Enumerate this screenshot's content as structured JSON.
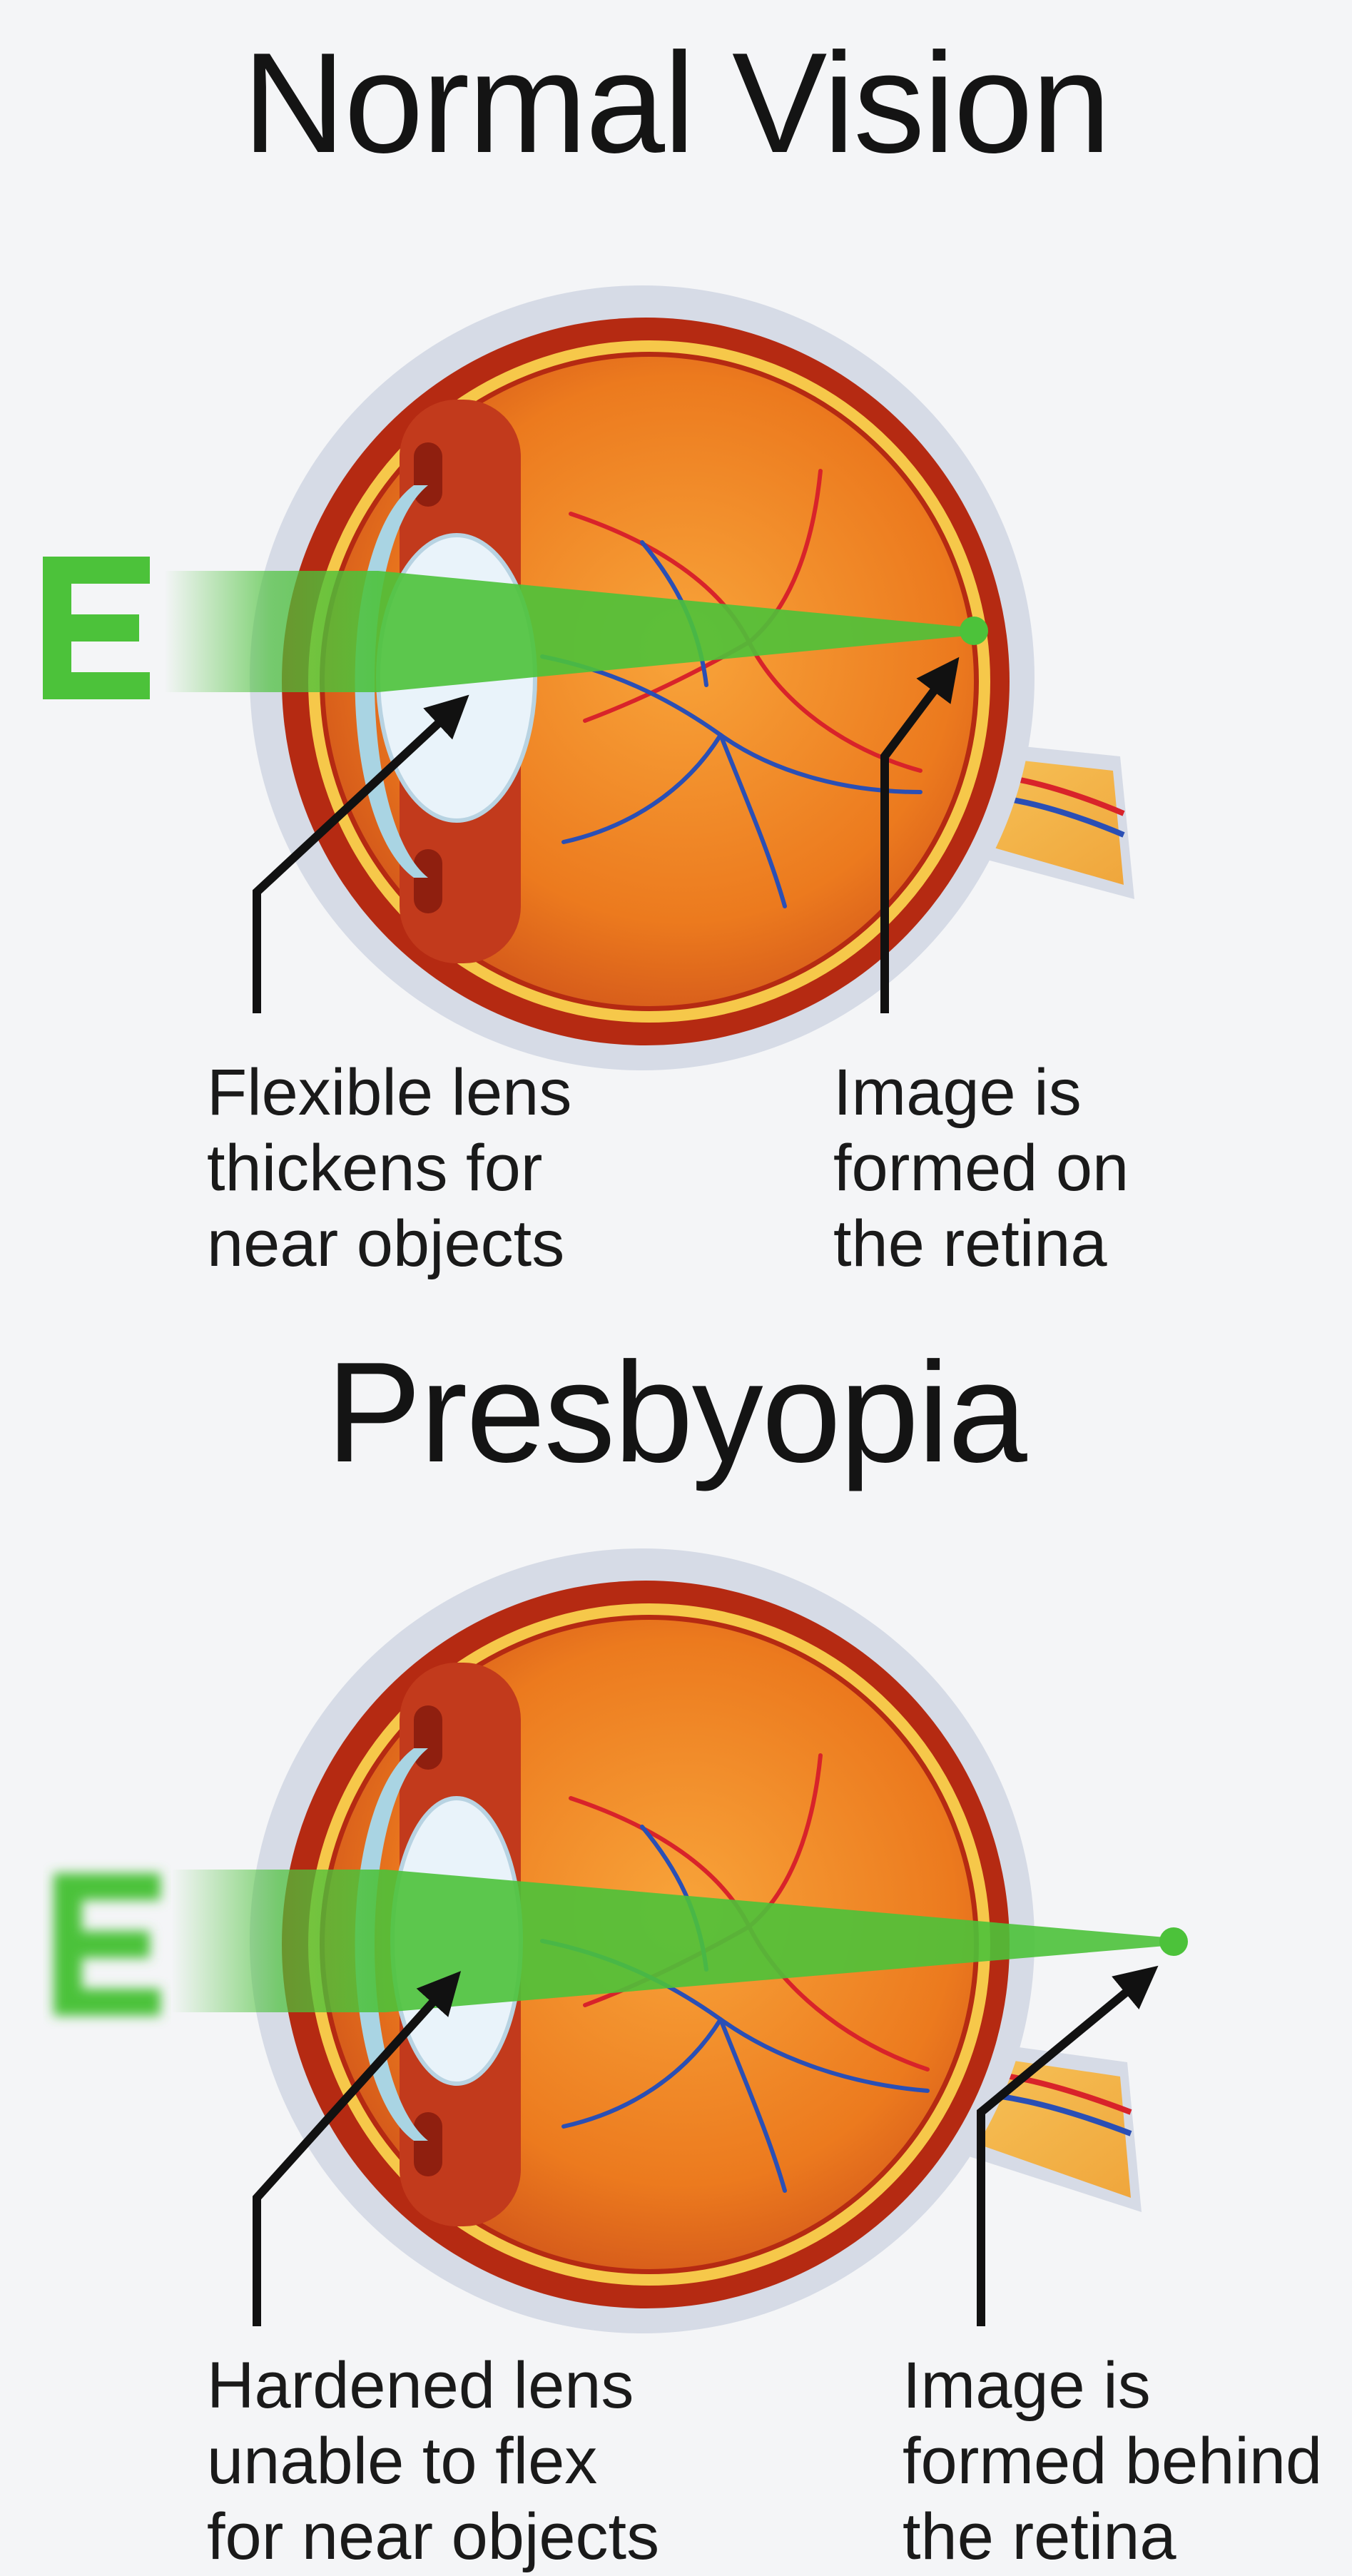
{
  "panels": [
    {
      "title": "Normal Vision",
      "chart_letter": "E",
      "lens_label": [
        "Flexible lens",
        "thickens for",
        "near objects"
      ],
      "image_label": [
        "Image is",
        "formed on",
        "the retina"
      ]
    },
    {
      "title": "Presbyopia",
      "chart_letter": "E",
      "lens_label": [
        "Hardened lens",
        "unable to flex",
        "for near objects"
      ],
      "image_label": [
        "Image is",
        "formed behind",
        "the retina"
      ]
    }
  ],
  "colors": {
    "light_beam": "#4cc23a",
    "eye_inner": "#e8781f",
    "eye_wall": "#b52a12",
    "retina_band": "#f6c84a",
    "sclera": "#d6dbe6",
    "lens": "#e9f3fa",
    "cornea": "#a9d4e3",
    "vein_red": "#d8232a",
    "vein_blue": "#2a4fb5",
    "arrow": "#111111"
  }
}
